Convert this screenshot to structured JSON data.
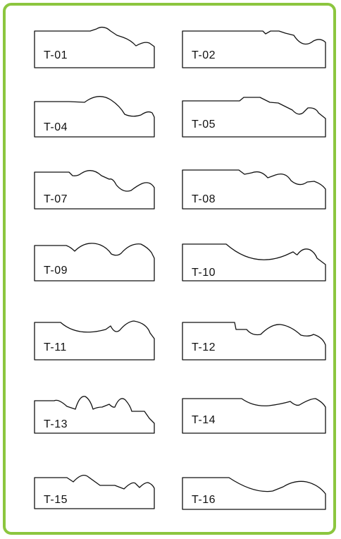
{
  "colors": {
    "border": "#8cc63f",
    "line": "#111111",
    "background": "#ffffff"
  },
  "profiles": [
    {
      "code": "T-01"
    },
    {
      "code": "T-02"
    },
    {
      "code": "T-04"
    },
    {
      "code": "T-05"
    },
    {
      "code": "T-07"
    },
    {
      "code": "T-08"
    },
    {
      "code": "T-09"
    },
    {
      "code": "T-10"
    },
    {
      "code": "T-11"
    },
    {
      "code": "T-12"
    },
    {
      "code": "T-13"
    },
    {
      "code": "T-14"
    },
    {
      "code": "T-15"
    },
    {
      "code": "T-16"
    }
  ]
}
